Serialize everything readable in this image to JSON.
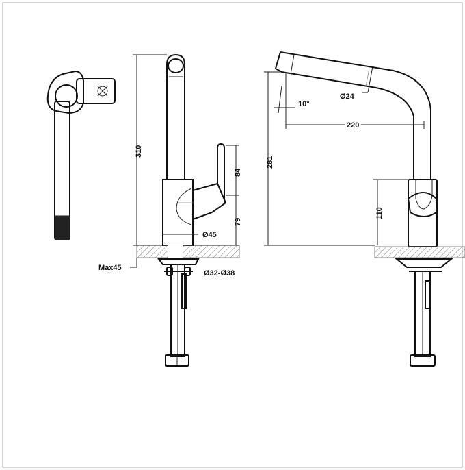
{
  "title": "Kitchen faucet technical drawing",
  "views": [
    "top-view",
    "front-view",
    "side-view"
  ],
  "dimensions": {
    "total_height": "310",
    "handle_height": "84",
    "handle_base_height": "79",
    "body_diameter": "Ø45",
    "max_countertop": "Max45",
    "hole_diameter": "Ø32-Ø38",
    "spout_angle": "10°",
    "spout_diameter": "Ø24",
    "spout_reach": "220",
    "spout_height": "281",
    "body_height": "110"
  }
}
